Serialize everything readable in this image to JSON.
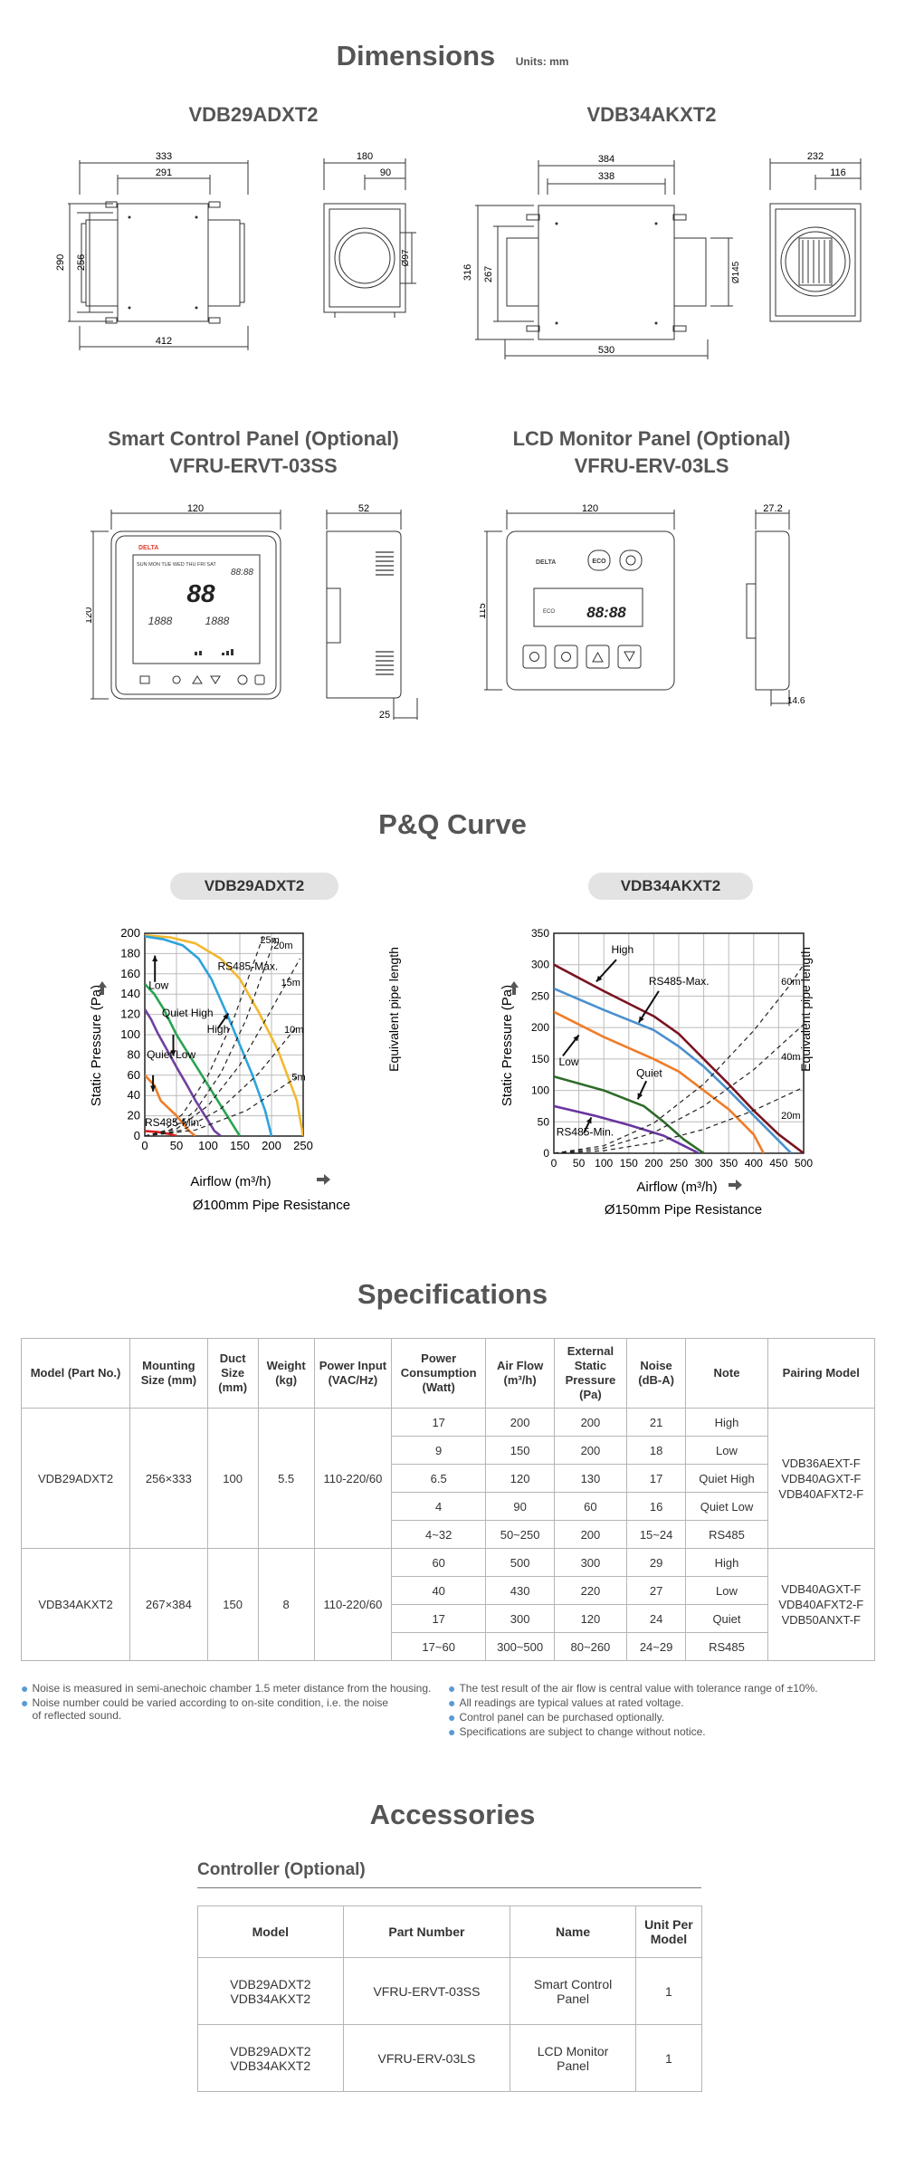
{
  "dimensions": {
    "title": "Dimensions",
    "units": "Units: mm",
    "model_a": "VDB29ADXT2",
    "model_b": "VDB34AKXT2",
    "a_front": {
      "w_top": "333",
      "w_inner": "291",
      "w_bottom": "412",
      "h_outer": "290",
      "h_inner": "256"
    },
    "a_side": {
      "w": "180",
      "w_inner": "90",
      "dia": "Ø97"
    },
    "b_front": {
      "w_top": "384",
      "w_inner": "338",
      "w_bottom": "530",
      "h_outer": "316",
      "h_inner": "267"
    },
    "b_side": {
      "w": "232",
      "w_inner": "116",
      "dia": "Ø145"
    },
    "smart_panel_title": "Smart Control Panel (Optional)",
    "smart_panel_model": "VFRU-ERVT-03SS",
    "lcd_panel_title": "LCD Monitor Panel (Optional)",
    "lcd_panel_model": "VFRU-ERV-03LS",
    "smart_panel": {
      "w": "120",
      "h": "120",
      "depth": "52",
      "depth_base": "25",
      "days": "SUN MON TUE WED THU FRI SAT",
      "brand": "DELTA",
      "display_big": "88",
      "display_small": "88:88",
      "display_a": "1888",
      "display_b": "1888"
    },
    "lcd_panel": {
      "w": "120",
      "h": "115",
      "depth": "27.2",
      "depth_base": "14.6",
      "brand": "DELTA",
      "eco": "ECO",
      "display": "88:88"
    }
  },
  "pq": {
    "title": "P&Q Curve",
    "pipe_label": "Equivalent pipe length",
    "ylabel": "Static Pressure (Pa)",
    "xlabel": "Airflow (m³/h)",
    "charts": [
      {
        "model": "VDB29ADXT2",
        "caption": "Ø100mm Pipe Resistance",
        "annotations": {
          "high": "High",
          "low": "Low",
          "quiet_high": "Quiet High",
          "quiet_low": "Quiet Low",
          "max": "RS485-Max.",
          "min": "RS485-Min."
        },
        "pipe_labels": [
          "25m",
          "20m",
          "15m",
          "10m",
          "5m"
        ]
      },
      {
        "model": "VDB34AKXT2",
        "caption": "Ø150mm Pipe Resistance",
        "annotations": {
          "high": "High",
          "low": "Low",
          "quiet": "Quiet",
          "max": "RS485-Max.",
          "min": "RS485-Min."
        },
        "pipe_labels": [
          "60m",
          "40m",
          "20m"
        ]
      }
    ]
  },
  "chart_data": [
    {
      "type": "line",
      "title": "VDB29ADXT2",
      "xlabel": "Airflow (m³/h)",
      "ylabel": "Static Pressure (Pa)",
      "xlim": [
        0,
        250
      ],
      "ylim": [
        0,
        200
      ],
      "xticks": [
        "0",
        "50",
        "100",
        "150",
        "200",
        "250"
      ],
      "yticks": [
        "0",
        "20",
        "40",
        "60",
        "80",
        "100",
        "120",
        "140",
        "160",
        "180",
        "200"
      ],
      "grid": true,
      "series": [
        {
          "name": "RS485-Max.",
          "color": "#f2b830",
          "style": "solid",
          "points": [
            [
              0,
              198
            ],
            [
              40,
              196
            ],
            [
              80,
              190
            ],
            [
              120,
              175
            ],
            [
              150,
              155
            ],
            [
              180,
              122
            ],
            [
              210,
              85
            ],
            [
              240,
              35
            ],
            [
              250,
              0
            ]
          ]
        },
        {
          "name": "High",
          "color": "#2ea3db",
          "style": "solid",
          "points": [
            [
              0,
              197
            ],
            [
              30,
              194
            ],
            [
              60,
              188
            ],
            [
              85,
              175
            ],
            [
              105,
              155
            ],
            [
              130,
              120
            ],
            [
              150,
              90
            ],
            [
              170,
              60
            ],
            [
              190,
              25
            ],
            [
              200,
              0
            ]
          ]
        },
        {
          "name": "Low",
          "color": "#2aa452",
          "style": "solid",
          "points": [
            [
              0,
              150
            ],
            [
              15,
              140
            ],
            [
              30,
              125
            ],
            [
              50,
              100
            ],
            [
              70,
              80
            ],
            [
              90,
              60
            ],
            [
              110,
              40
            ],
            [
              130,
              20
            ],
            [
              150,
              0
            ]
          ]
        },
        {
          "name": "Quiet High",
          "color": "#7040a0",
          "style": "solid",
          "points": [
            [
              0,
              125
            ],
            [
              10,
              115
            ],
            [
              20,
              102
            ],
            [
              35,
              85
            ],
            [
              50,
              68
            ],
            [
              65,
              52
            ],
            [
              80,
              35
            ],
            [
              95,
              20
            ],
            [
              110,
              5
            ],
            [
              120,
              0
            ]
          ]
        },
        {
          "name": "Quiet Low",
          "color": "#f07c28",
          "style": "solid",
          "points": [
            [
              0,
              60
            ],
            [
              15,
              50
            ],
            [
              25,
              35
            ],
            [
              50,
              20
            ],
            [
              70,
              5
            ],
            [
              80,
              0
            ]
          ]
        },
        {
          "name": "RS485-Min.",
          "color": "#d82020",
          "style": "solid",
          "points": [
            [
              0,
              5
            ],
            [
              20,
              4
            ],
            [
              40,
              2
            ],
            [
              50,
              0
            ]
          ]
        },
        {
          "name": "25m",
          "color": "#222222",
          "style": "dashed",
          "points": [
            [
              0,
              0
            ],
            [
              30,
              5
            ],
            [
              60,
              22
            ],
            [
              100,
              60
            ],
            [
              140,
              115
            ],
            [
              180,
              185
            ],
            [
              188,
              200
            ]
          ]
        },
        {
          "name": "20m",
          "color": "#222222",
          "style": "dashed",
          "points": [
            [
              0,
              0
            ],
            [
              40,
              6
            ],
            [
              80,
              25
            ],
            [
              120,
              62
            ],
            [
              160,
              115
            ],
            [
              200,
              185
            ],
            [
              205,
              195
            ]
          ]
        },
        {
          "name": "15m",
          "color": "#222222",
          "style": "dashed",
          "points": [
            [
              0,
              0
            ],
            [
              50,
              7
            ],
            [
              100,
              30
            ],
            [
              150,
              70
            ],
            [
              200,
              125
            ],
            [
              245,
              175
            ]
          ]
        },
        {
          "name": "10m",
          "color": "#222222",
          "style": "dashed",
          "points": [
            [
              0,
              0
            ],
            [
              60,
              6
            ],
            [
              120,
              27
            ],
            [
              180,
              62
            ],
            [
              240,
              108
            ]
          ]
        },
        {
          "name": "5m",
          "color": "#222222",
          "style": "dashed",
          "points": [
            [
              0,
              0
            ],
            [
              80,
              6
            ],
            [
              160,
              25
            ],
            [
              240,
              58
            ]
          ]
        }
      ]
    },
    {
      "type": "line",
      "title": "VDB34AKXT2",
      "xlabel": "Airflow (m³/h)",
      "ylabel": "Static Pressure (Pa)",
      "xlim": [
        0,
        500
      ],
      "ylim": [
        0,
        350
      ],
      "xticks": [
        "0",
        "50",
        "100",
        "150",
        "200",
        "250",
        "300",
        "350",
        "400",
        "450",
        "500"
      ],
      "yticks": [
        "0",
        "50",
        "100",
        "150",
        "200",
        "250",
        "300",
        "350"
      ],
      "grid": true,
      "series": [
        {
          "name": "RS485-Max.",
          "color": "#7a1422",
          "style": "solid",
          "points": [
            [
              0,
              300
            ],
            [
              100,
              258
            ],
            [
              200,
              218
            ],
            [
              250,
              190
            ],
            [
              300,
              150
            ],
            [
              350,
              110
            ],
            [
              400,
              68
            ],
            [
              450,
              30
            ],
            [
              500,
              0
            ]
          ]
        },
        {
          "name": "High",
          "color": "#4a90d0",
          "style": "solid",
          "points": [
            [
              0,
              262
            ],
            [
              100,
              228
            ],
            [
              200,
              196
            ],
            [
              250,
              170
            ],
            [
              300,
              138
            ],
            [
              350,
              100
            ],
            [
              400,
              60
            ],
            [
              450,
              20
            ],
            [
              475,
              0
            ]
          ]
        },
        {
          "name": "Low",
          "color": "#f07c28",
          "style": "solid",
          "points": [
            [
              0,
              225
            ],
            [
              100,
              185
            ],
            [
              200,
              150
            ],
            [
              250,
              130
            ],
            [
              300,
              100
            ],
            [
              350,
              70
            ],
            [
              400,
              30
            ],
            [
              420,
              0
            ]
          ]
        },
        {
          "name": "Quiet",
          "color": "#2f6b2a",
          "style": "solid",
          "points": [
            [
              0,
              122
            ],
            [
              100,
              100
            ],
            [
              180,
              75
            ],
            [
              220,
              50
            ],
            [
              260,
              22
            ],
            [
              300,
              0
            ]
          ]
        },
        {
          "name": "RS485-Min.",
          "color": "#6a35a0",
          "style": "solid",
          "points": [
            [
              0,
              75
            ],
            [
              80,
              60
            ],
            [
              150,
              45
            ],
            [
              220,
              28
            ],
            [
              260,
              12
            ],
            [
              290,
              0
            ]
          ]
        },
        {
          "name": "60m",
          "color": "#222222",
          "style": "dashed",
          "points": [
            [
              0,
              0
            ],
            [
              100,
              12
            ],
            [
              200,
              48
            ],
            [
              300,
              110
            ],
            [
              400,
              195
            ],
            [
              470,
              265
            ],
            [
              500,
              300
            ]
          ]
        },
        {
          "name": "40m",
          "color": "#222222",
          "style": "dashed",
          "points": [
            [
              0,
              0
            ],
            [
              100,
              8
            ],
            [
              200,
              33
            ],
            [
              300,
              75
            ],
            [
              400,
              133
            ],
            [
              500,
              205
            ]
          ]
        },
        {
          "name": "20m",
          "color": "#222222",
          "style": "dashed",
          "points": [
            [
              0,
              0
            ],
            [
              100,
              4
            ],
            [
              200,
              17
            ],
            [
              300,
              38
            ],
            [
              400,
              68
            ],
            [
              500,
              105
            ]
          ]
        }
      ]
    }
  ],
  "specs": {
    "title": "Specifications",
    "headers": [
      "Model (Part No.)",
      "Mounting Size (mm)",
      "Duct Size (mm)",
      "Weight (kg)",
      "Power Input (VAC/Hz)",
      "Power Consumption (Watt)",
      "Air Flow (m³/h)",
      "External Static Pressure (Pa)",
      "Noise (dB-A)",
      "Note",
      "Pairing Model"
    ],
    "groups": [
      {
        "model": "VDB29ADXT2",
        "mounting": "256×333",
        "duct": "100",
        "weight": "5.5",
        "power": "110-220/60",
        "pairing": [
          "VDB36AEXT-F",
          "VDB40AGXT-F",
          "VDB40AFXT2-F"
        ],
        "rows": [
          [
            "17",
            "200",
            "200",
            "21",
            "High"
          ],
          [
            "9",
            "150",
            "200",
            "18",
            "Low"
          ],
          [
            "6.5",
            "120",
            "130",
            "17",
            "Quiet High"
          ],
          [
            "4",
            "90",
            "60",
            "16",
            "Quiet Low"
          ],
          [
            "4~32",
            "50~250",
            "200",
            "15~24",
            "RS485"
          ]
        ]
      },
      {
        "model": "VDB34AKXT2",
        "mounting": "267×384",
        "duct": "150",
        "weight": "8",
        "power": "110-220/60",
        "pairing": [
          "VDB40AGXT-F",
          "VDB40AFXT2-F",
          "VDB50ANXT-F"
        ],
        "rows": [
          [
            "60",
            "500",
            "300",
            "29",
            "High"
          ],
          [
            "40",
            "430",
            "220",
            "27",
            "Low"
          ],
          [
            "17",
            "300",
            "120",
            "24",
            "Quiet"
          ],
          [
            "17~60",
            "300~500",
            "80~260",
            "24~29",
            "RS485"
          ]
        ]
      }
    ],
    "notes_left": [
      "Noise is measured in semi-anechoic chamber 1.5 meter distance from the housing.",
      "Noise number could be varied according to on-site condition, i.e. the noise of reflected sound."
    ],
    "notes_right": [
      "The test result of the air flow is central value with tolerance range of ±10%.",
      "All readings are typical values at rated voltage.",
      "Control panel can be purchased optionally.",
      "Specifications are subject to change without notice."
    ]
  },
  "accessories": {
    "title": "Accessories",
    "subtitle": "Controller (Optional)",
    "headers": [
      "Model",
      "Part Number",
      "Name",
      "Unit Per Model"
    ],
    "rows": [
      {
        "models": [
          "VDB29ADXT2",
          "VDB34AKXT2"
        ],
        "part": "VFRU-ERVT-03SS",
        "name": "Smart Control Panel",
        "unit": "1"
      },
      {
        "models": [
          "VDB29ADXT2",
          "VDB34AKXT2"
        ],
        "part": "VFRU-ERV-03LS",
        "name": "LCD Monitor Panel",
        "unit": "1"
      }
    ]
  },
  "colors": {
    "pill_bg": "#e3e3e3",
    "accent_dot": "#5b9bd5",
    "heading": "#555555"
  }
}
